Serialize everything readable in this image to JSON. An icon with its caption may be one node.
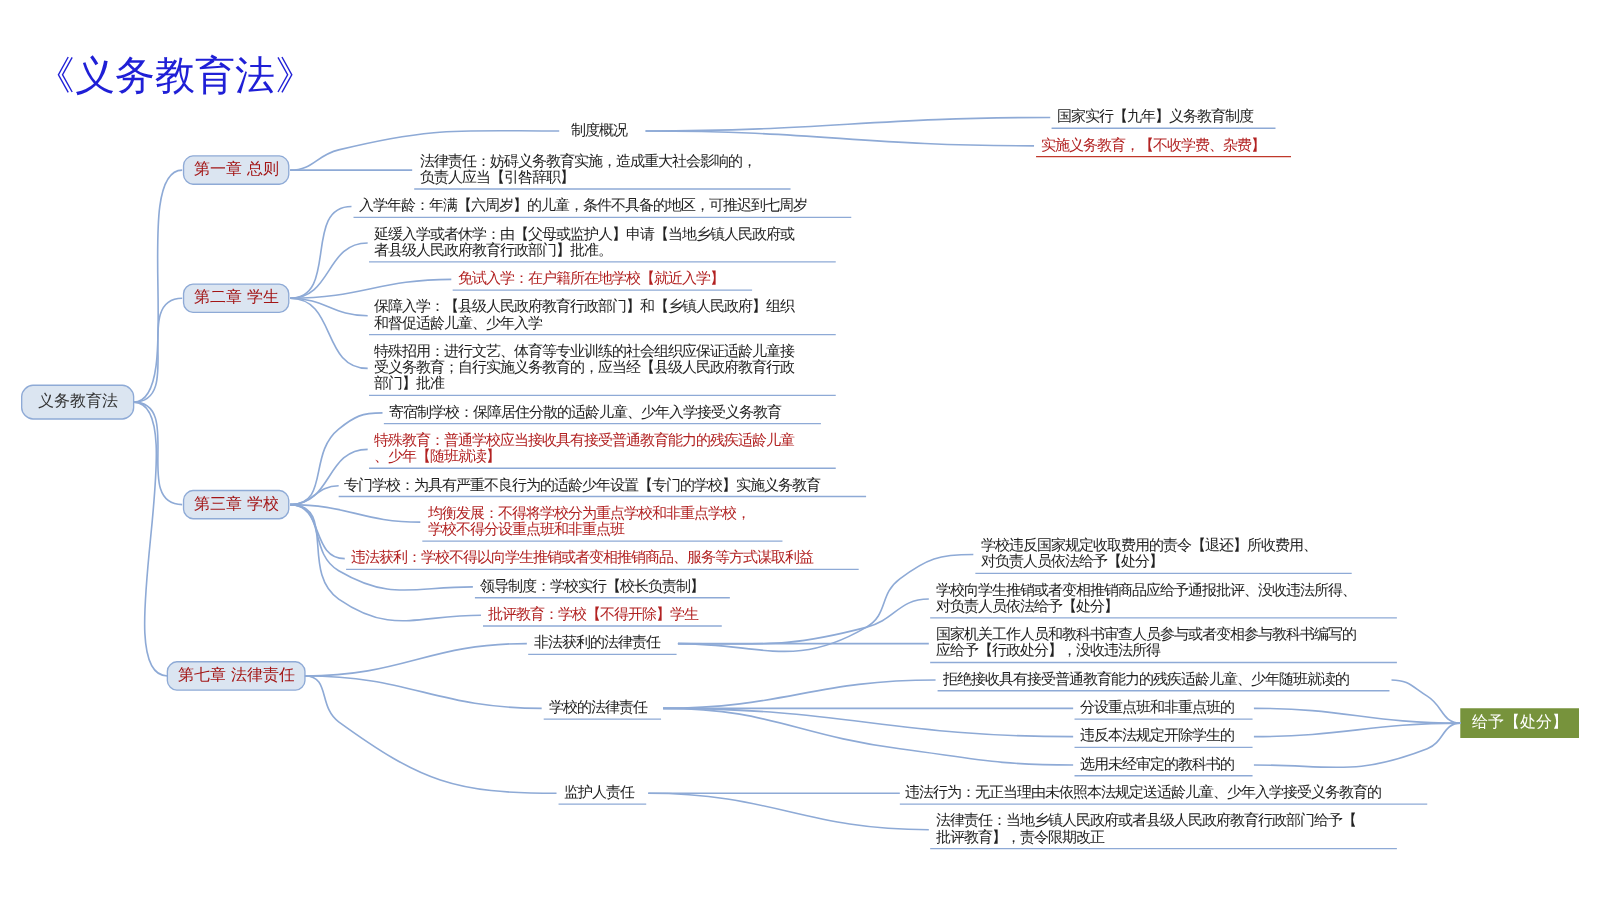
{
  "diagram": {
    "title": "《义务教育法》",
    "nodes": [
      {
        "text": [
          "义务教育法"
        ]
      },
      {
        "text": [
          "第一章 总则"
        ]
      },
      {
        "text": [
          "制度概况"
        ]
      },
      {
        "text": [
          "国家实行【九年】义务教育制度"
        ]
      },
      {
        "text": [
          "实施义务教育，【不收学费、杂费】"
        ]
      },
      {
        "text": [
          "法律责任：妨碍义务教育实施，造成重大社会影响的，负责人应当【引咎辞职】"
        ]
      },
      {
        "text": [
          "第二章 学生"
        ]
      },
      {
        "text": [
          "入学年龄：年满【六周岁】的儿童，条件不具备的地区，可推迟到七周岁"
        ]
      },
      {
        "text": [
          "延缓入学或者休学：由【父母或监护人】申请【当地乡镇人民政府或者县级人民政府教育行政部门】批准。"
        ]
      },
      {
        "text": [
          "免试入学：在户籍所在地学校【就近入学】"
        ]
      },
      {
        "text": [
          "保障入学：【县级人民政府教育行政部门】和【乡镇人民政府】组织和督促适龄儿童、少年入学"
        ]
      },
      {
        "text": [
          "特殊招用：进行文艺、体育等专业训练的社会组织应保证适龄儿童接受义务教育；自行实施义务教育的，应当经【县级人民政府教育行政部门】批准"
        ]
      },
      {
        "text": [
          "第三章 学校"
        ]
      },
      {
        "text": [
          "寄宿制学校：保障居住分散的适龄儿童、少年入学接受义务教育"
        ]
      },
      {
        "text": [
          "特殊教育：普通学校应当接收具有接受普通教育能力的残疾适龄儿童、少年【随班就读】"
        ]
      },
      {
        "text": [
          "专门学校：为具有严重不良行为的适龄少年设置【专门的学校】实施义务教育"
        ]
      },
      {
        "text": [
          "均衡发展：不得将学校分为重点学校和非重点学校，学校不得分设重点班和非重点班"
        ]
      },
      {
        "text": [
          "违法获利：学校不得以向学生推销或者变相推销商品、服务等方式谋取利益"
        ]
      },
      {
        "text": [
          "领导制度：学校实行【校长负责制】"
        ]
      },
      {
        "text": [
          "批评教育：学校【不得开除】学生"
        ]
      },
      {
        "text": [
          "第七章 法律责任"
        ]
      },
      {
        "text": [
          "非法获利的法律责任"
        ]
      },
      {
        "text": [
          "学校违反国家规定收取费用的责令【退还】所收费用、对负责人员依法给予【处分】"
        ]
      },
      {
        "text": [
          "学校向学生推销或者变相推销商品应给予通报批评、没收违法所得、对负责人员依法给予【处分】"
        ]
      },
      {
        "text": [
          "国家机关工作人员和教科书审查人员参与或者变相参与教科书编写的应给予【行政处分】，没收违法所得"
        ]
      },
      {
        "text": [
          "学校的法律责任"
        ]
      },
      {
        "text": [
          "拒绝接收具有接受普通教育能力的残疾适龄儿童、少年随班就读的"
        ]
      },
      {
        "text": [
          "分设重点班和非重点班的"
        ]
      },
      {
        "text": [
          "违反本法规定开除学生的"
        ]
      },
      {
        "text": [
          "选用未经审定的教科书的"
        ]
      },
      {
        "text": [
          "给予【处分】"
        ]
      },
      {
        "text": [
          "监护人责任"
        ]
      },
      {
        "text": [
          "违法行为：无正当理由未依照本法规定送适龄儿童、少年入学接受义务教育的"
        ]
      },
      {
        "text": [
          "法律责任：当地乡镇人民政府或者县级人民政府教育行政部门给予【批评教育】，责令限期改正"
        ]
      }
    ],
    "edges": [
      {
        "from": 0,
        "to": 1,
        "arrow": "none"
      },
      {
        "from": 1,
        "to": 2,
        "arrow": "none"
      },
      {
        "from": 2,
        "to": 3,
        "arrow": "none"
      },
      {
        "from": 2,
        "to": 4,
        "arrow": "none"
      },
      {
        "from": 1,
        "to": 5,
        "arrow": "none"
      },
      {
        "from": 0,
        "to": 6,
        "arrow": "none"
      },
      {
        "from": 6,
        "to": 7,
        "arrow": "none"
      },
      {
        "from": 6,
        "to": 8,
        "arrow": "none"
      },
      {
        "from": 6,
        "to": 9,
        "arrow": "none"
      },
      {
        "from": 6,
        "to": 10,
        "arrow": "none"
      },
      {
        "from": 6,
        "to": 11,
        "arrow": "none"
      },
      {
        "from": 0,
        "to": 12,
        "arrow": "none"
      },
      {
        "from": 12,
        "to": 13,
        "arrow": "none"
      },
      {
        "from": 12,
        "to": 14,
        "arrow": "none"
      },
      {
        "from": 12,
        "to": 15,
        "arrow": "none"
      },
      {
        "from": 12,
        "to": 16,
        "arrow": "none"
      },
      {
        "from": 12,
        "to": 17,
        "arrow": "none"
      },
      {
        "from": 12,
        "to": 18,
        "arrow": "none"
      },
      {
        "from": 12,
        "to": 19,
        "arrow": "none"
      },
      {
        "from": 0,
        "to": 20,
        "arrow": "none"
      },
      {
        "from": 20,
        "to": 21,
        "arrow": "none"
      },
      {
        "from": 21,
        "to": 22,
        "arrow": "none"
      },
      {
        "from": 21,
        "to": 23,
        "arrow": "none"
      },
      {
        "from": 21,
        "to": 24,
        "arrow": "none"
      },
      {
        "from": 20,
        "to": 25,
        "arrow": "none"
      },
      {
        "from": 25,
        "to": 26,
        "arrow": "none"
      },
      {
        "from": 25,
        "to": 27,
        "arrow": "none"
      },
      {
        "from": 25,
        "to": 28,
        "arrow": "none"
      },
      {
        "from": 25,
        "to": 29,
        "arrow": "none"
      },
      {
        "from": 26,
        "to": 30,
        "arrow": "none"
      },
      {
        "from": 27,
        "to": 30,
        "arrow": "none"
      },
      {
        "from": 28,
        "to": 30,
        "arrow": "none"
      },
      {
        "from": 29,
        "to": 30,
        "arrow": "none"
      },
      {
        "from": 20,
        "to": 31,
        "arrow": "none"
      },
      {
        "from": 31,
        "to": 32,
        "arrow": "none"
      },
      {
        "from": 31,
        "to": 33,
        "arrow": "none"
      }
    ]
  }
}
